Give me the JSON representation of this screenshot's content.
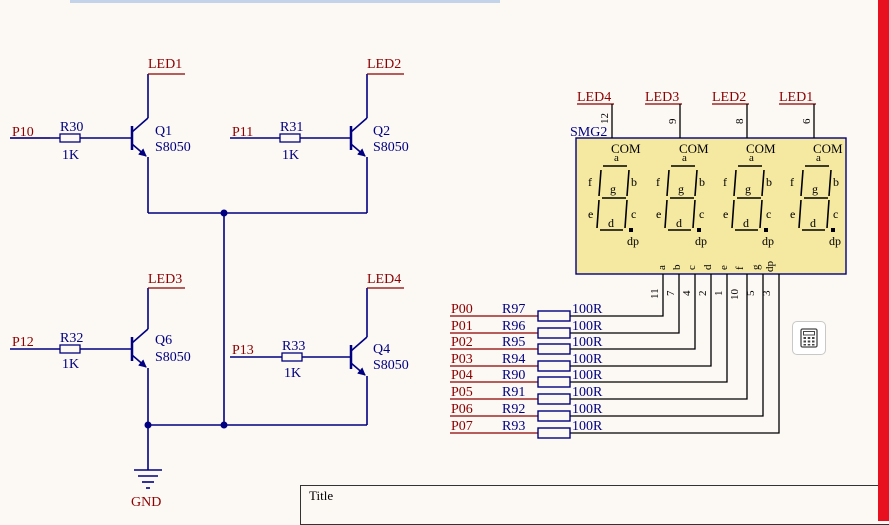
{
  "nets": {
    "p10": "P10",
    "p11": "P11",
    "p12": "P12",
    "p13": "P13",
    "led1": "LED1",
    "led2": "LED2",
    "led3": "LED3",
    "led4": "LED4",
    "gnd": "GND"
  },
  "transistors": [
    {
      "ref": "Q1",
      "model": "S8050",
      "res": "R30",
      "val": "1K"
    },
    {
      "ref": "Q2",
      "model": "S8050",
      "res": "R31",
      "val": "1K"
    },
    {
      "ref": "Q6",
      "model": "S8050",
      "res": "R32",
      "val": "1K"
    },
    {
      "ref": "Q4",
      "model": "S8050",
      "res": "R33",
      "val": "1K"
    }
  ],
  "display": {
    "ref": "SMG2",
    "digits": [
      {
        "net": "LED4",
        "pin": "12"
      },
      {
        "net": "LED3",
        "pin": "9"
      },
      {
        "net": "LED2",
        "pin": "8"
      },
      {
        "net": "LED1",
        "pin": "6"
      }
    ],
    "com": "COM",
    "segs": {
      "a": "a",
      "b": "b",
      "c": "c",
      "d": "d",
      "e": "e",
      "f": "f",
      "g": "g",
      "dp": "dp"
    },
    "bottom_pins": [
      {
        "name": "a",
        "num": "11"
      },
      {
        "name": "b",
        "num": "7"
      },
      {
        "name": "c",
        "num": "4"
      },
      {
        "name": "d",
        "num": "2"
      },
      {
        "name": "e",
        "num": "1"
      },
      {
        "name": "f",
        "num": "10"
      },
      {
        "name": "g",
        "num": "5"
      },
      {
        "name": "dp",
        "num": "3"
      }
    ]
  },
  "segment_resistors": [
    {
      "net": "P00",
      "ref": "R97",
      "val": "100R"
    },
    {
      "net": "P01",
      "ref": "R96",
      "val": "100R"
    },
    {
      "net": "P02",
      "ref": "R95",
      "val": "100R"
    },
    {
      "net": "P03",
      "ref": "R94",
      "val": "100R"
    },
    {
      "net": "P04",
      "ref": "R90",
      "val": "100R"
    },
    {
      "net": "P05",
      "ref": "R91",
      "val": "100R"
    },
    {
      "net": "P06",
      "ref": "R92",
      "val": "100R"
    },
    {
      "net": "P07",
      "ref": "R93",
      "val": "100R"
    }
  ],
  "title_block": {
    "label": "Title"
  },
  "colors": {
    "wire": "#000080",
    "label": "#8b0000",
    "display_fill": "#f5e8a0",
    "sheet": "#fcf8f4",
    "edge": "#e8101e"
  },
  "icons": {
    "calculator": "calculator-icon"
  }
}
